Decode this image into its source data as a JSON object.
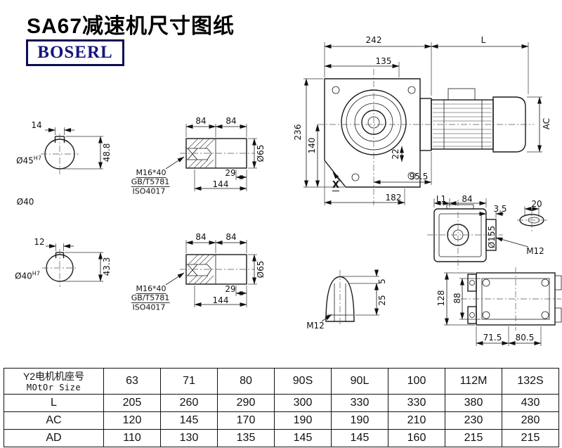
{
  "header": {
    "title": "SA67减速机尺寸图纸",
    "logo": "BOSERL",
    "logo_color": "#15157e"
  },
  "bore_view_1": {
    "keyway_width": "14",
    "bore_dia": "Ø45",
    "bore_tol": "H7",
    "total_height": "48.8",
    "shaft_label": "Ø40"
  },
  "bore_view_2": {
    "keyway_width": "12",
    "bore_dia": "Ø40",
    "bore_tol": "H7",
    "total_height": "43.3"
  },
  "shaft_view_1": {
    "seg_a": "84",
    "seg_b": "84",
    "key_length": "29",
    "total_length": "144",
    "shaft_dia": "Ø65",
    "thread_note": "M16*40",
    "standard_1": "GB/T5781",
    "standard_2": "ISO4017"
  },
  "shaft_view_2": {
    "seg_a": "84",
    "seg_b": "84",
    "key_length": "29",
    "total_length": "144",
    "shaft_dia": "Ø65",
    "thread_note": "M16*40",
    "standard_1": "GB/T5781",
    "standard_2": "ISO4017"
  },
  "main_view": {
    "gearbox_width": "242",
    "motor_length": "L",
    "dim_135": "135",
    "total_height": "236",
    "center_height": "140",
    "motor_dia": "AC",
    "dim_22": "22",
    "dim_95_5": "95.5",
    "base_length": "182",
    "detail_label": "X"
  },
  "side_view": {
    "dim_l1": "L1",
    "dim_84": "84",
    "dim_3_5": "3.5",
    "flange_dia": "Ø155",
    "dim_20": "20",
    "thread": "M12"
  },
  "plug_view": {
    "dim_5": "5",
    "dim_25": "25",
    "thread": "M12"
  },
  "bottom_view": {
    "dim_128": "128",
    "dim_88": "88",
    "dim_71_5": "71.5",
    "dim_80_5": "80.5"
  },
  "table": {
    "motor_header_cn": "Y2电机机座号",
    "motor_header_en": "MOtOr Size",
    "sizes": [
      "63",
      "71",
      "80",
      "90S",
      "90L",
      "100",
      "112M",
      "132S"
    ],
    "rows": [
      {
        "label": "L",
        "values": [
          "205",
          "260",
          "290",
          "300",
          "330",
          "330",
          "380",
          "430"
        ]
      },
      {
        "label": "AC",
        "values": [
          "120",
          "145",
          "170",
          "190",
          "190",
          "210",
          "230",
          "280"
        ]
      },
      {
        "label": "AD",
        "values": [
          "110",
          "130",
          "135",
          "145",
          "145",
          "160",
          "215",
          "215"
        ]
      }
    ]
  }
}
